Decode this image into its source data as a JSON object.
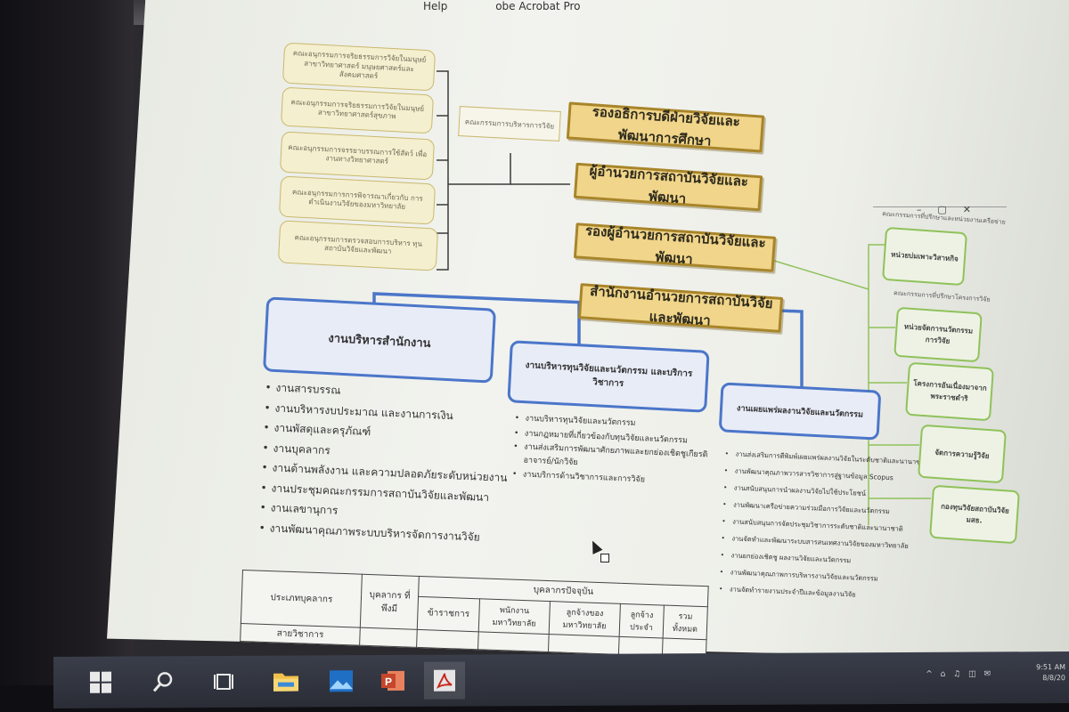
{
  "app": {
    "menu_help": "Help",
    "title": "obe Acrobat Pro"
  },
  "left_committees": [
    "คณะอนุกรรมการจริยธรรมการวิจัยในมนุษย์ สาขาวิทยาศาสตร์ มนุษยศาสตร์และสังคมศาสตร์",
    "คณะอนุกรรมการจริยธรรมการวิจัยในมนุษย์ สาขาวิทยาศาสตร์สุขภาพ",
    "คณะอนุกรรมการจรรยาบรรณการใช้สัตว์ เพื่องานทางวิทยาศาสตร์",
    "คณะอนุกรรมการการพิจารณาเกี่ยวกับ การดำเนินงานวิจัยของมหาวิทยาลัย",
    "คณะอนุกรรมการตรวจสอบการบริหาร ทุนสถาบันวิจัยและพัฒนา"
  ],
  "committee_main": "คณะกรรมการบริหารการวิจัย",
  "hierarchy": [
    "รองอธิการบดีฝ่ายวิจัยและพัฒนาการศึกษา",
    "ผู้อำนวยการสถาบันวิจัยและพัฒนา",
    "รองผู้อำนวยการสถาบันวิจัยและพัฒนา",
    "สำนักงานอำนวยการสถาบันวิจัยและพัฒนา"
  ],
  "divisions": [
    {
      "title": "งานบริหารสำนักงาน",
      "items": [
        "งานสารบรรณ",
        "งานบริหารงบประมาณ และงานการเงิน",
        "งานพัสดุและครุภัณฑ์",
        "งานบุคลากร",
        "งานด้านพลังงาน และความปลอดภัยระดับหน่วยงาน",
        "งานประชุมคณะกรรมการสถาบันวิจัยและพัฒนา",
        "งานเลขานุการ",
        "งานพัฒนาคุณภาพระบบบริหารจัดการงานวิจัย"
      ]
    },
    {
      "title": "งานบริหารทุนวิจัยและนวัตกรรม และบริการวิชาการ",
      "items": [
        "งานบริหารทุนวิจัยและนวัตกรรม",
        "งานกฎหมายที่เกี่ยวข้องกับทุนวิจัยและนวัตกรรม",
        "งานส่งเสริมการพัฒนาศักยภาพและยกย่องเชิดชูเกียรติ อาจารย์/นักวิจัย",
        "งานบริการด้านวิชาการและการวิจัย"
      ]
    },
    {
      "title": "งานเผยแพร่ผลงานวิจัยและนวัตกรรม",
      "items": [
        "งานส่งเสริมการตีพิมพ์เผยแพร่ผลงานวิจัยในระดับชาติและนานาชาติ",
        "งานพัฒนาคุณภาพวารสารวิชาการสู่ฐานข้อมูล Scopus",
        "งานสนับสนุนการนำผลงานวิจัยไปใช้ประโยชน์",
        "งานพัฒนาเครือข่ายความร่วมมือการวิจัยและนวัตกรรม",
        "งานสนับสนุนการจัดประชุมวิชาการระดับชาติและนานาชาติ",
        "งานจัดทำและพัฒนาระบบสารสนเทศงานวิจัยของมหาวิทยาลัย",
        "งานยกย่องเชิดชู ผลงานวิจัยและนวัตกรรม",
        "งานพัฒนาคุณภาพการบริหารงานวิจัยและนวัตกรรม",
        "งานจัดทำรายงานประจำปีและข้อมูลงานวิจัย"
      ]
    }
  ],
  "right_units": {
    "note_top": "คณะกรรมการที่ปรึกษาและหน่วยงานเครือข่าย",
    "note_mid": "คณะกรรมการที่ปรึกษาโครงการวิจัย",
    "boxes": [
      "หน่วยบ่มเพาะวิสาหกิจ",
      "หน่วยจัดการนวัตกรรม การวิจัย",
      "โครงการอันเนื่องมาจากพระราชดำริ",
      "จัดการความรู้วิจัย",
      "กองทุนวิจัยสถาบันวิจัย มสธ."
    ]
  },
  "table": {
    "col_type": "ประเภทบุคลากร",
    "col_need": "บุคลากร ที่พึงมี",
    "col_current": "บุคลากรปัจจุบัน",
    "subcols": [
      "ข้าราชการ",
      "พนักงาน มหาวิทยาลัย",
      "ลูกจ้างของ มหาวิทยาลัย",
      "ลูกจ้าง ประจำ",
      "รวม ทั้งหมด"
    ],
    "partial_row": "สายวิชาการ"
  },
  "taskbar": {
    "icons": [
      "windows-start",
      "search",
      "task-view",
      "file-explorer",
      "photos",
      "powerpoint",
      "acrobat"
    ],
    "tray": "^ ⌂ ♫ ◫ ✉",
    "clock_time": "9:51 AM",
    "clock_date": "8/8/20"
  }
}
